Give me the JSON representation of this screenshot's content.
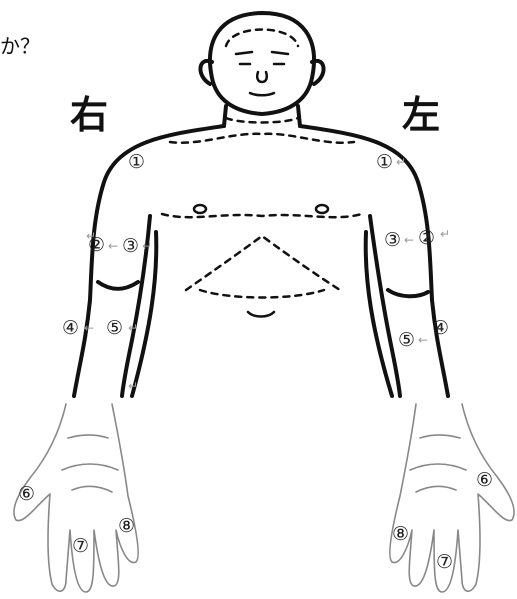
{
  "header_fragment": "か？",
  "side_labels": {
    "right": "右",
    "left": "左"
  },
  "points": {
    "right_1": "①",
    "right_2": "②",
    "right_3": "③",
    "right_4": "④",
    "right_5": "⑤",
    "right_6": "⑥",
    "right_7": "⑦",
    "right_8": "⑧",
    "left_1": "①",
    "left_2": "②",
    "left_3": "③",
    "left_4": "④",
    "left_5": "⑤",
    "left_6": "⑥",
    "left_7": "⑦",
    "left_8": "⑧"
  }
}
